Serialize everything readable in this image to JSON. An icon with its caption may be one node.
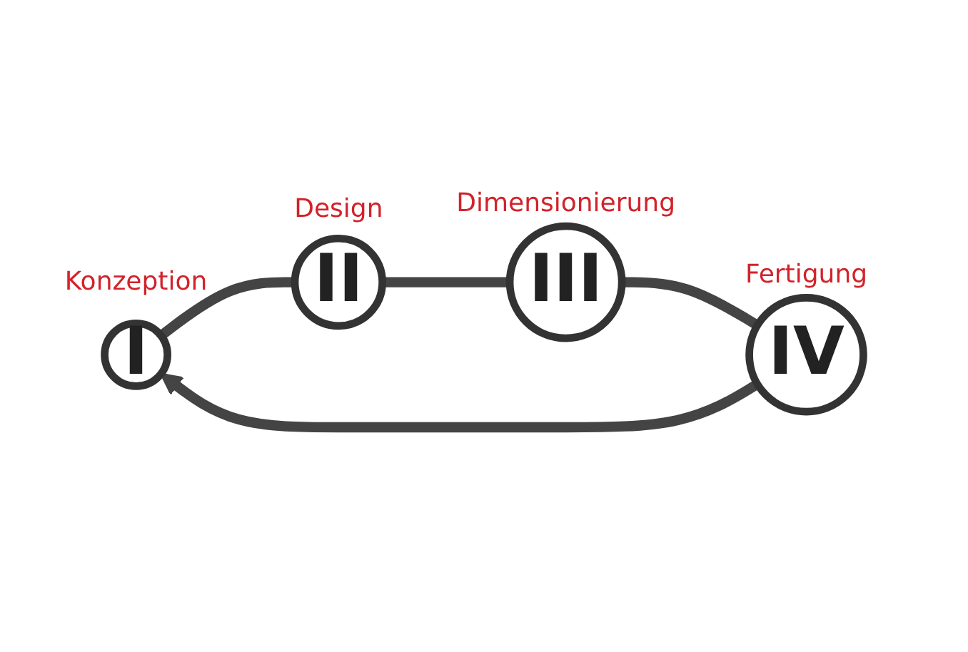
{
  "diagram": {
    "nodes": [
      {
        "text": [
          "I"
        ],
        "beside": [
          "Konzeption"
        ]
      },
      {
        "text": [
          "II"
        ],
        "beside": [
          "Design"
        ]
      },
      {
        "text": [
          "III"
        ],
        "beside": [
          "Dimensionierung"
        ]
      },
      {
        "text": [
          "IV"
        ],
        "beside": [
          "Fertigung"
        ]
      }
    ],
    "edges": [
      {
        "from": 0,
        "to": 1,
        "arrow": "none"
      },
      {
        "from": 1,
        "to": 2,
        "arrow": "none"
      },
      {
        "from": 2,
        "to": 3,
        "arrow": "none"
      },
      {
        "from": 3,
        "to": 0,
        "arrow": "to"
      }
    ]
  }
}
